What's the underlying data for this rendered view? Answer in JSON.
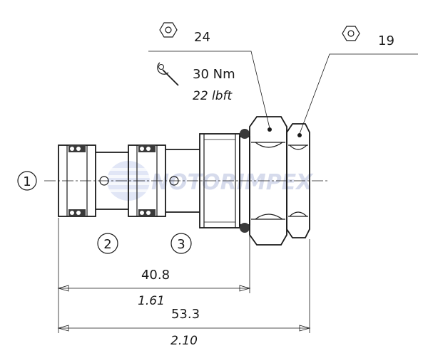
{
  "hex_sizes": [
    {
      "value": "24"
    },
    {
      "value": "19"
    }
  ],
  "torque": {
    "nm": "30 Nm",
    "lbft": "22 lbft"
  },
  "ports": [
    "1",
    "2",
    "3"
  ],
  "dimensions": [
    {
      "mm": "40.8",
      "inch": "1.61"
    },
    {
      "mm": "53.3",
      "inch": "2.10"
    }
  ],
  "watermark": "NOTORIMPEX",
  "icons": [
    "hex-nut-icon",
    "wrench-icon",
    "globe-logo-icon"
  ],
  "colors": {
    "line": "#1a1a1a",
    "watermark": "#b8c4e6",
    "watermark_text": "#c9cfe6"
  }
}
